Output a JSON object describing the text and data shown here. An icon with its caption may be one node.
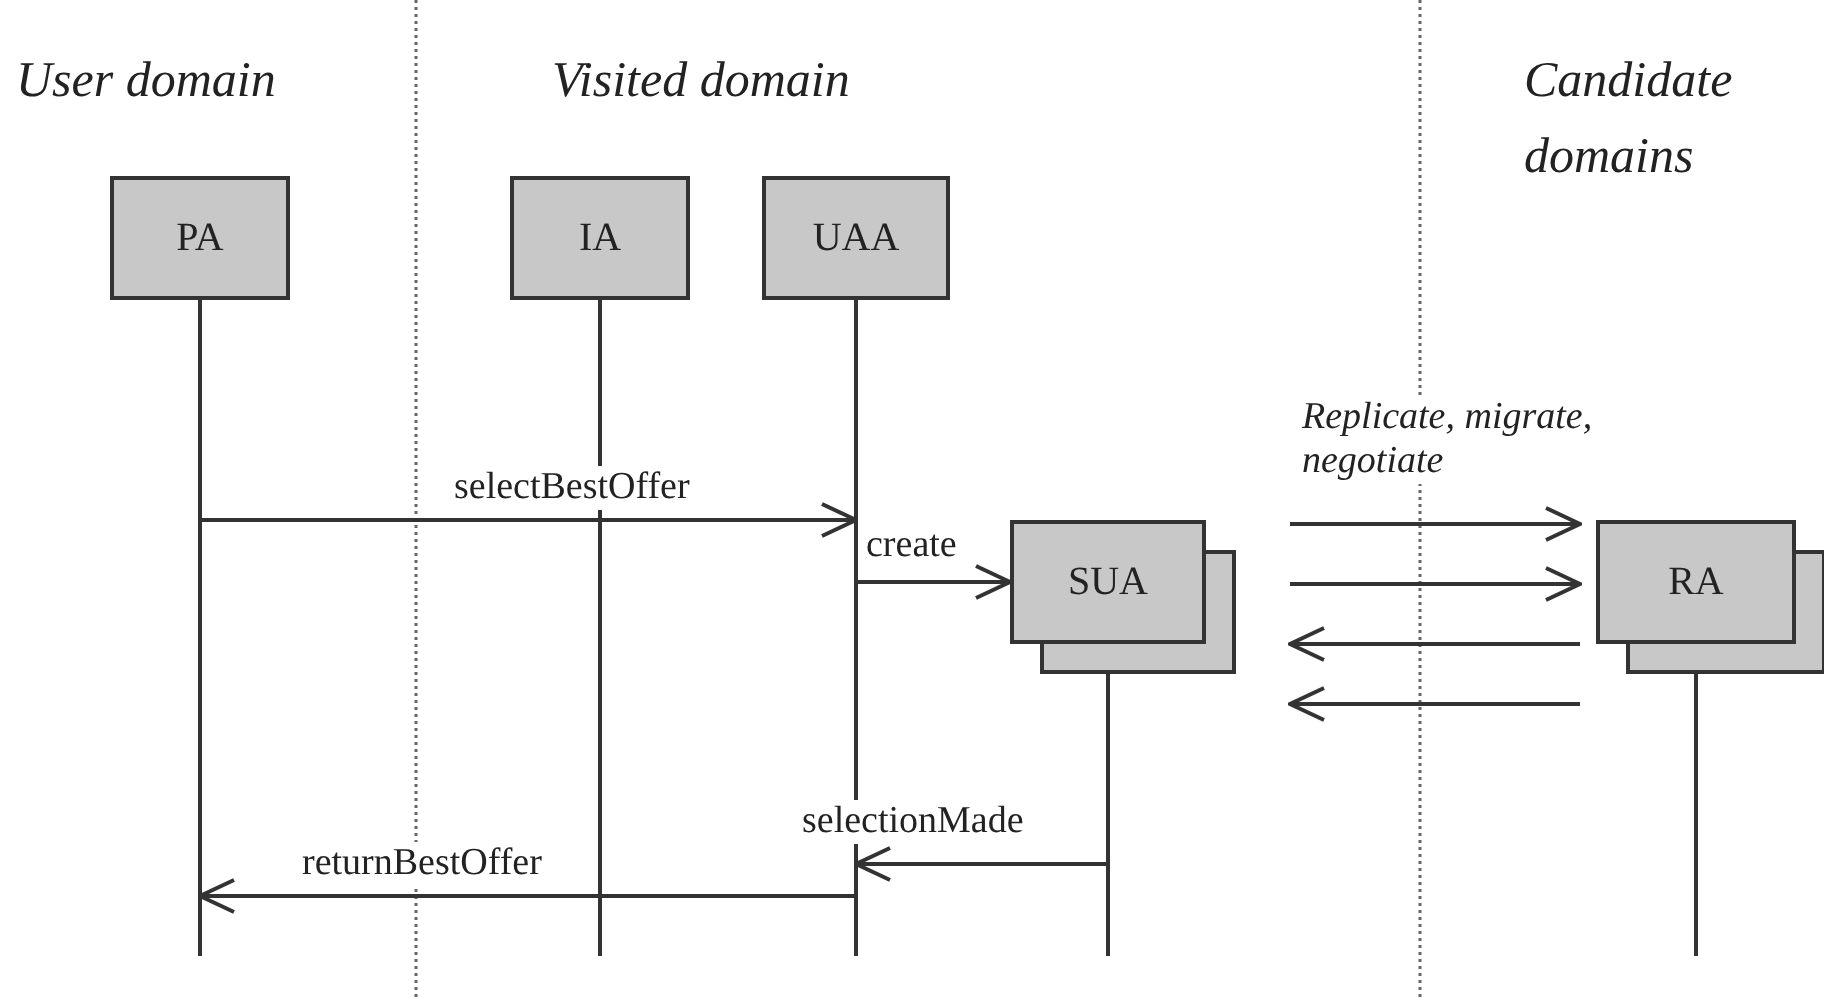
{
  "diagram": {
    "nodes": [
      {
        "text": [
          "PA"
        ]
      },
      {
        "text": [
          "IA"
        ]
      },
      {
        "text": [
          "UAA"
        ]
      },
      {
        "text": [
          "SUA"
        ]
      },
      {
        "text": [
          "RA"
        ]
      }
    ],
    "edges": [
      {
        "from": 0,
        "to": 2,
        "arrow": "to",
        "label": "selectBestOffer"
      },
      {
        "from": 2,
        "to": 3,
        "arrow": "to",
        "label": "create"
      },
      {
        "from": 3,
        "to": 4,
        "arrow": "to",
        "label": "Replicate, migrate, negotiate"
      },
      {
        "from": 3,
        "to": 4,
        "arrow": "to"
      },
      {
        "from": 4,
        "to": 3,
        "arrow": "to"
      },
      {
        "from": 4,
        "to": 3,
        "arrow": "to"
      },
      {
        "from": 3,
        "to": 2,
        "arrow": "to",
        "label": "selectionMade"
      },
      {
        "from": 2,
        "to": 0,
        "arrow": "to",
        "label": "returnBestOffer"
      }
    ],
    "labels": [
      "User domain",
      "Visited domain",
      "Candidate domains"
    ]
  }
}
